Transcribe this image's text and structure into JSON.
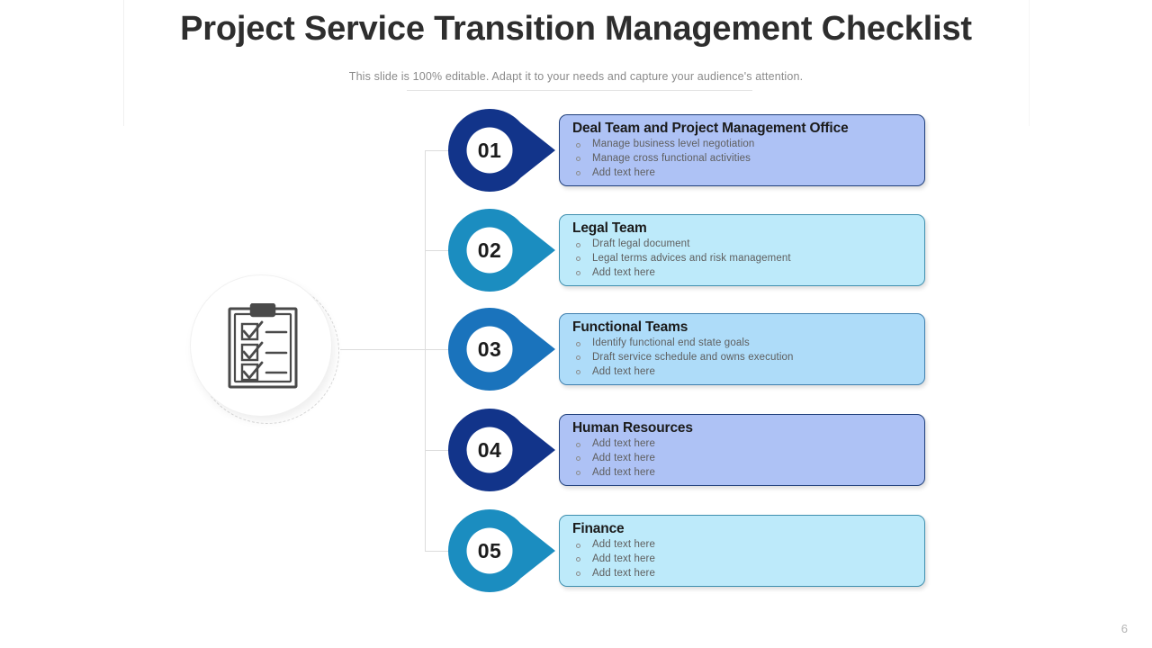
{
  "slide": {
    "title": "Project Service Transition Management Checklist",
    "subtitle": "This slide is 100% editable. Adapt it to your needs and capture your audience's attention.",
    "page_number": "6",
    "background": "#ffffff"
  },
  "icon": {
    "name": "clipboard-checklist-icon",
    "stroke_color": "#4a4a4a",
    "clip_fill": "#4a4a4a",
    "checkbox_count": 3
  },
  "connectors": {
    "color": "#dcdcdc"
  },
  "steps": [
    {
      "number": "01",
      "title": "Deal Team and Project Management Office",
      "bullets": [
        "Manage business level negotiation",
        "Manage cross functional activities",
        "Add text here"
      ],
      "marker_color": "#12348a",
      "card_fill": "#aec2f5",
      "card_border": "#1f3f7a"
    },
    {
      "number": "02",
      "title": "Legal Team",
      "bullets": [
        "Draft legal document",
        "Legal terms advices and risk management",
        "Add text here"
      ],
      "marker_color": "#1b8dc0",
      "card_fill": "#bdeafa",
      "card_border": "#3f8fae"
    },
    {
      "number": "03",
      "title": "Functional Teams",
      "bullets": [
        "Identify functional end state goals",
        "Draft service schedule and owns execution",
        "Add text here"
      ],
      "marker_color": "#1a73bc",
      "card_fill": "#aedcf9",
      "card_border": "#3f7fae"
    },
    {
      "number": "04",
      "title": "Human Resources",
      "bullets": [
        "Add text here",
        "Add text here",
        "Add text here"
      ],
      "marker_color": "#12348a",
      "card_fill": "#aec2f5",
      "card_border": "#1f3f7a"
    },
    {
      "number": "05",
      "title": "Finance",
      "bullets": [
        "Add text here",
        "Add text here",
        "Add text here"
      ],
      "marker_color": "#1b8dc0",
      "card_fill": "#bdeafa",
      "card_border": "#3f8fae"
    }
  ]
}
